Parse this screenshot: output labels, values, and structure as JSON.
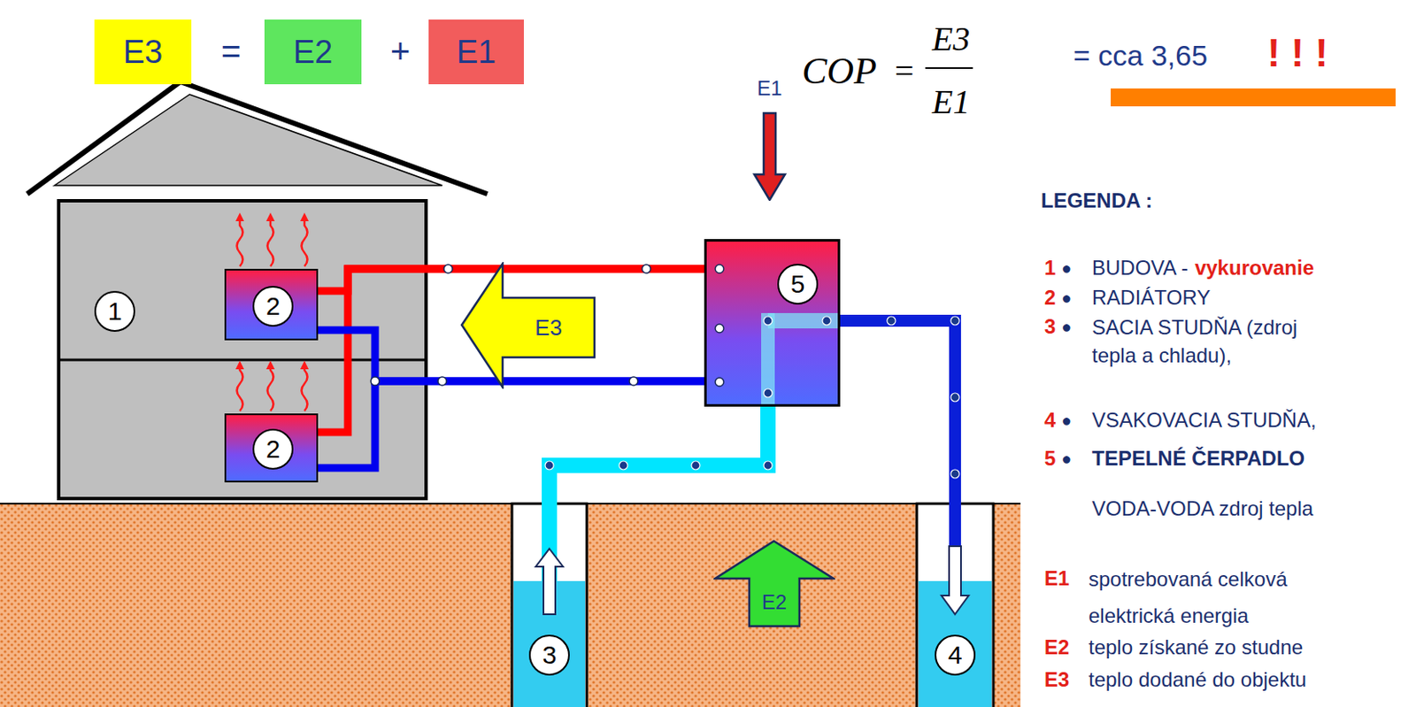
{
  "diagram": {
    "nodes": [
      {
        "text": [
          "E3"
        ]
      },
      {
        "text": [
          "E2"
        ]
      },
      {
        "text": [
          "E1"
        ]
      },
      {
        "text": [
          "E1"
        ]
      },
      {
        "text": [
          "1"
        ]
      },
      {
        "text": [
          "2"
        ],
        "in": 4
      },
      {
        "text": [
          "2"
        ],
        "in": 4
      },
      {
        "text": [
          "E3"
        ]
      },
      {
        "text": [
          "5"
        ]
      },
      {
        "text": [
          "3"
        ]
      },
      {
        "text": [
          "E2"
        ]
      },
      {
        "text": [
          "4"
        ]
      }
    ],
    "edges": [
      {
        "from": 8,
        "to": 5,
        "arrow": "none"
      },
      {
        "from": 8,
        "to": 6,
        "arrow": "none"
      },
      {
        "from": 5,
        "to": 8,
        "arrow": "none"
      },
      {
        "from": 6,
        "to": 8,
        "arrow": "none"
      },
      {
        "from": 9,
        "to": 8,
        "arrow": "none"
      },
      {
        "from": 8,
        "to": 11,
        "arrow": "none"
      }
    ],
    "labels": [
      "=",
      "+",
      "COP",
      "=",
      "E3",
      "E1",
      "= cca 3,65",
      "! ! !",
      "LEGENDA :",
      "1",
      "●",
      "BUDOVA -",
      "vykurovanie",
      "2",
      "●",
      "RADIÁTORY",
      "3",
      "●",
      "SACIA STUDŇA (zdroj tepla a chladu),",
      "4",
      "●",
      "VSAKOVACIA STUDŇA,",
      "5",
      "●",
      "TEPELNÉ ČERPADLO",
      "VODA-VODA zdroj tepla",
      "E1",
      "spotrebovaná celková elektrická energia",
      "E2",
      "teplo získané zo studne",
      "E3",
      "teplo dodané do objektu"
    ]
  }
}
